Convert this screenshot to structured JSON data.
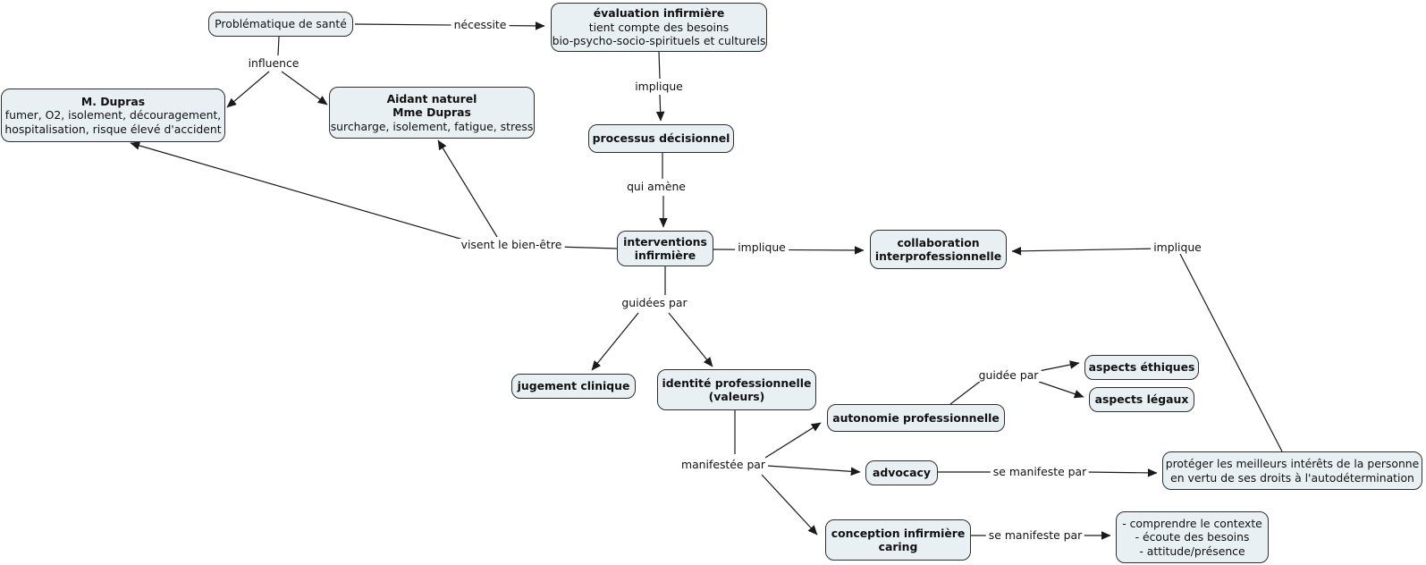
{
  "colors": {
    "background": "#ffffff",
    "node_fill": "#e9f0f3",
    "node_border": "#2f2f2f",
    "text": "#111111",
    "line": "#1a1a1a"
  },
  "nodes": {
    "problematique": {
      "lines": [
        "Problématique de santé"
      ]
    },
    "evaluation": {
      "lines": [
        "évaluation infirmière",
        "tient compte des besoins",
        "bio-psycho-socio-spirituels et culturels"
      ]
    },
    "m_dupras": {
      "lines": [
        "M. Dupras",
        "fumer, O2, isolement, découragement,",
        "hospitalisation, risque élevé d'accident"
      ]
    },
    "aidant_naturel": {
      "lines": [
        "Aidant naturel",
        "Mme Dupras",
        "surcharge, isolement, fatigue, stress"
      ]
    },
    "processus": {
      "lines": [
        "processus décisionnel"
      ]
    },
    "interventions": {
      "lines": [
        "interventions",
        "infirmière"
      ]
    },
    "collaboration": {
      "lines": [
        "collaboration",
        "interprofessionnelle"
      ]
    },
    "jugement": {
      "lines": [
        "jugement clinique"
      ]
    },
    "identite": {
      "lines": [
        "identité professionnelle",
        "(valeurs)"
      ]
    },
    "autonomie": {
      "lines": [
        "autonomie professionnelle"
      ]
    },
    "aspects_ethiques": {
      "lines": [
        "aspects éthiques"
      ]
    },
    "aspects_legaux": {
      "lines": [
        "aspects légaux"
      ]
    },
    "advocacy": {
      "lines": [
        "advocacy"
      ]
    },
    "proteger": {
      "lines": [
        "protéger les meilleurs intérêts de la personne",
        "en vertu de ses droits à l'autodétermination"
      ]
    },
    "conception": {
      "lines": [
        "conception infirmière",
        "caring"
      ]
    },
    "manifestations_caring": {
      "lines": [
        "- comprendre le contexte",
        "- écoute des besoins",
        "- attitude/présence"
      ]
    }
  },
  "link_labels": {
    "necessite": "nécessite",
    "influence": "influence",
    "implique_evaluation": "implique",
    "qui_amene": "qui amène",
    "visent_bien_etre": "visent le bien-être",
    "implique_interventions": "implique",
    "implique_proteger": "implique",
    "guidees_par": "guidées par",
    "guidee_par": "guidée par",
    "manifestee_par": "manifestée par",
    "se_manifeste_advocacy": "se manifeste par",
    "se_manifeste_caring": "se manifeste par"
  }
}
